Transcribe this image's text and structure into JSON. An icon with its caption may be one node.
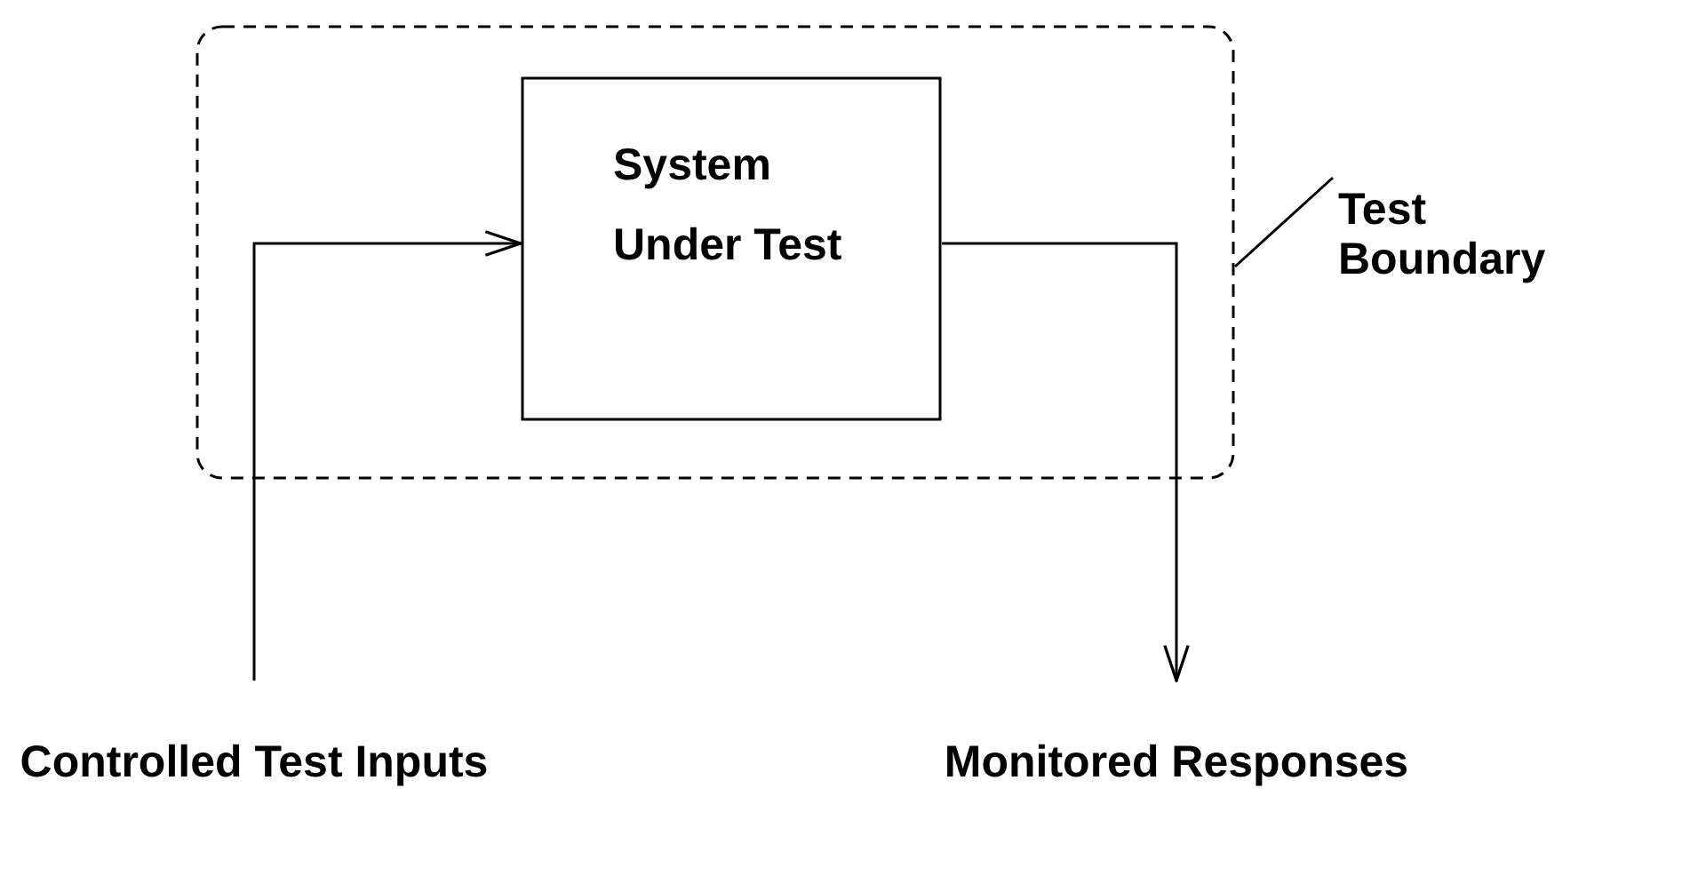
{
  "diagram": {
    "nodes": [
      {
        "text": [],
        "shape": "box"
      },
      {
        "text": [
          "System Under Test"
        ],
        "in": 0
      },
      {
        "text": [
          "Controlled Test Inputs"
        ]
      },
      {
        "text": [
          "Monitored Responses"
        ]
      },
      {
        "text": [
          "Test Boundary"
        ]
      }
    ],
    "edges": [
      {
        "from": 2,
        "to": 1,
        "arrow": "to"
      },
      {
        "from": 1,
        "to": 3,
        "arrow": "to"
      },
      {
        "from": 4,
        "to": 0,
        "arrow": "none"
      }
    ]
  }
}
